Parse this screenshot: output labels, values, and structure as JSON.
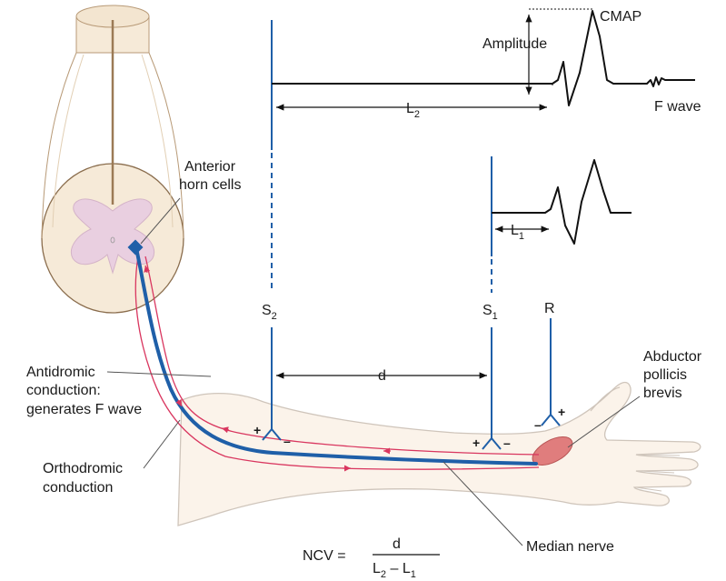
{
  "labels": {
    "cmap": "CMAP",
    "amplitude": "Amplitude",
    "f_wave": "F wave",
    "l2": "L",
    "l2_sub": "2",
    "l1": "L",
    "l1_sub": "1",
    "anterior_horn_line1": "Anterior",
    "anterior_horn_line2": "horn cells",
    "s2": "S",
    "s2_sub": "2",
    "s1": "S",
    "s1_sub": "1",
    "r": "R",
    "d": "d",
    "antidromic_line1": "Antidromic",
    "antidromic_line2": "conduction:",
    "antidromic_line3": "generates F wave",
    "orthodromic_line1": "Orthodromic",
    "orthodromic_line2": "conduction",
    "abductor_line1": "Abductor",
    "abductor_line2": "pollicis",
    "abductor_line3": "brevis",
    "median_nerve": "Median nerve",
    "plus": "+",
    "minus": "–"
  },
  "formula": {
    "lhs": "NCV =",
    "numerator": "d",
    "den_a": "L",
    "den_a_sub": "2",
    "den_op": " – ",
    "den_b": "L",
    "den_b_sub": "1"
  },
  "colors": {
    "nerve_blue": "#1f5fa8",
    "conduction_red": "#d9365f",
    "cord_grey_matter": "#e9cfe0",
    "skin_fill": "#fbf3ea",
    "muscle": "#e07d7d",
    "trace": "#111111"
  }
}
